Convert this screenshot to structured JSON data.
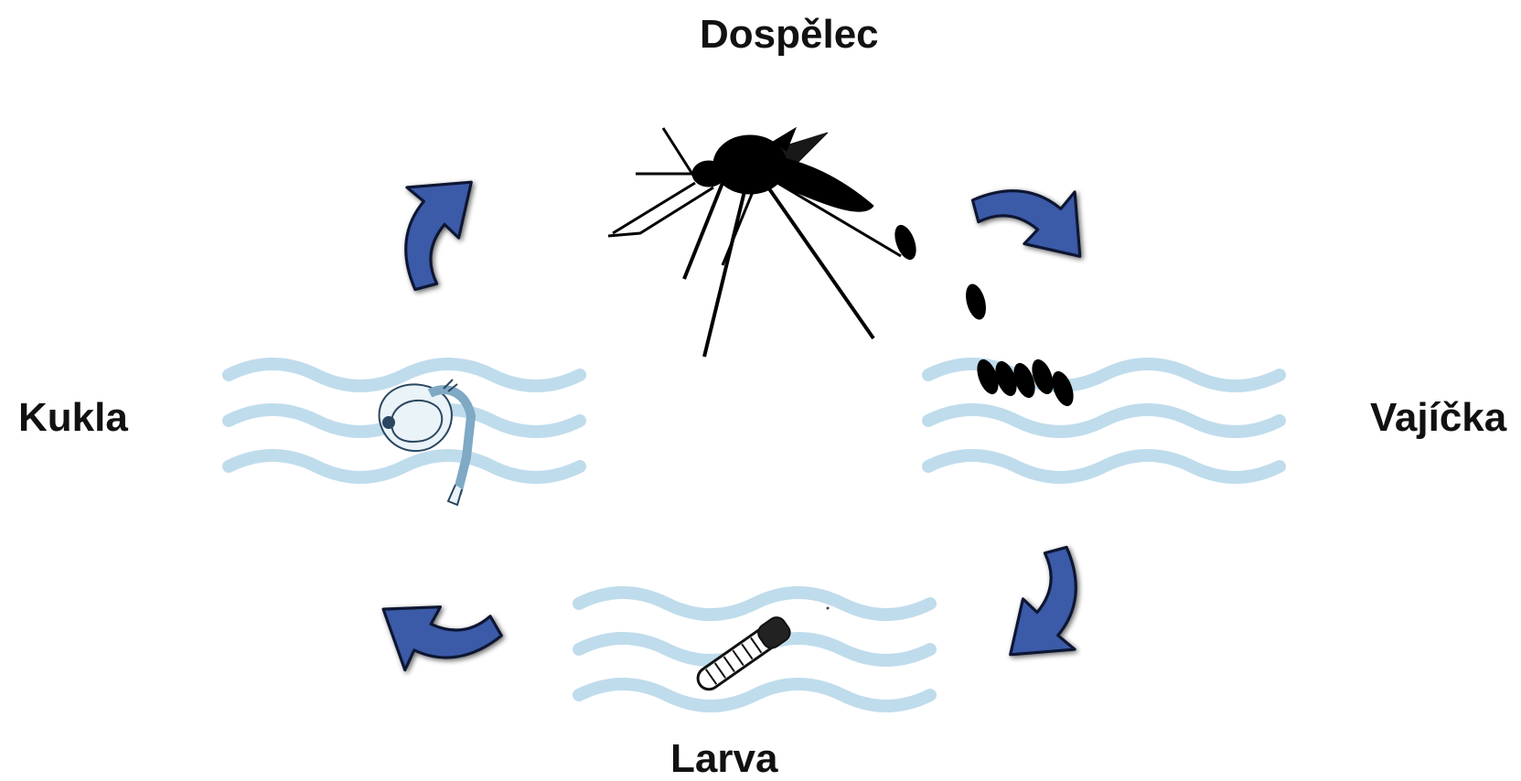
{
  "title": "",
  "stages": {
    "adult": "Dospělec",
    "eggs": "Vajíčka",
    "larva": "Larva",
    "pupa": "Kukla"
  },
  "icons": {
    "adult": "mosquito-icon",
    "eggs": "eggs-icon",
    "larva": "larva-icon",
    "pupa": "pupa-icon",
    "water": "water-waves-icon",
    "arrow": "curved-arrow-icon"
  },
  "colors": {
    "water": "#bfdcec",
    "arrow_fill": "#3b5aa8",
    "arrow_outline": "#0d1530",
    "silhouette": "#000000",
    "text": "#111111"
  }
}
